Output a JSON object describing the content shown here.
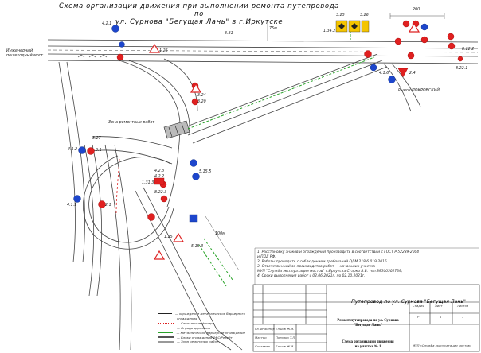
{
  "title_line1": "Схема организации движения при выполнении ремонта путепровода по",
  "title_line2": "ул. Сурнова \"Бегущая Лань\" в г.Иркутске",
  "labels": {
    "pedestrian_bridge": "Инженерный пешеходный мост",
    "market": "Рынок ПОКРОВСКИЙ",
    "repair_zone": "Зона ремонтных работ",
    "dim_200": "200",
    "dim_75": "75м",
    "dim_100": "100м"
  },
  "signs": [
    "4.2.1",
    "3.31",
    "1.25",
    "3.24",
    "3.20",
    "5.15.3",
    "4.1.2",
    "5.15.5",
    "3.1",
    "4.1.1",
    "2.1",
    "3.27",
    "1.31.3",
    "4.2.2",
    "8.22.3",
    "4.2.3",
    "3.25",
    "3.26",
    "1.34.2",
    "8.22.1",
    "4.1.6",
    "1.25",
    "2.4",
    "8.22.2"
  ],
  "notes": [
    "1. Расстановку знаков и ограждений производить в соответствии с ГОСТ Р 52289-2004",
    "    и ПДД РФ.",
    "2. Работы проводить с соблюдением требований ОДМ 218.6.019-2016.",
    "3. Ответственный за производство работ — начальник участка",
    "    МУП \"Служба эксплуатации мостов\" г.Иркутска Старко А.В. тел.89500502739;",
    "4. Сроки выполнения работ с 02.06.2021г. по 02.10.2021г."
  ],
  "legend": [
    "— ограждение металлическое барьерного",
    "   ограждения",
    "— Сигнальные фонари",
    "— Ограда дорожная",
    "— Металлическое барьерное ограждение",
    "— Блоки ограждения ФБС(Ретейт)",
    "— Зона ремонтных работ"
  ],
  "stamp": {
    "object": "Путепровод по ул. Сурнова \"Бегущая Лань\"",
    "title1_l1": "Ремонт путепровода по ул. Сурнова",
    "title1_l2": "\"Бегущая Лань\"",
    "title2_l1": "Схема организации движения",
    "title2_l2": "на участке № 1",
    "stage": "Стадия",
    "sheet": "Лист",
    "sheets": "Листов",
    "stage_v": "Р",
    "sheet_v": "1",
    "sheets_v": "1",
    "org": "МУП «Служба эксплуатации мостов»",
    "roles": [
      "Гл. инженер",
      "Мастер",
      "Составил"
    ],
    "names": [
      "Елшов Ж.И.",
      "Половко Т.П.",
      "Елшов Ж.И."
    ]
  }
}
